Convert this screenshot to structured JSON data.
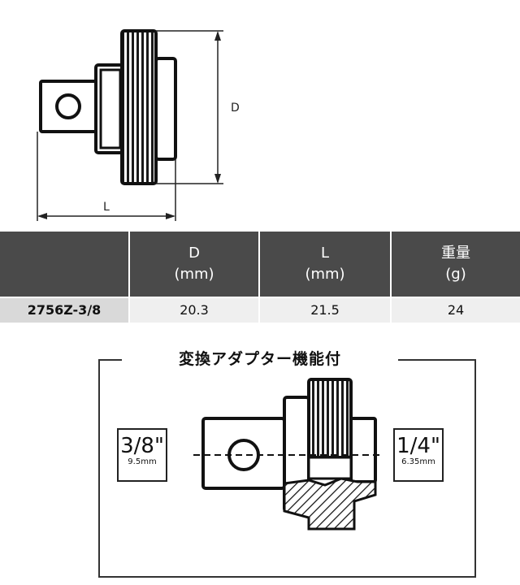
{
  "drawing": {
    "dimension_d": "D",
    "dimension_l": "L"
  },
  "table": {
    "headers": [
      {
        "line1": "",
        "line2": ""
      },
      {
        "line1": "D",
        "line2": "(mm)"
      },
      {
        "line1": "L",
        "line2": "(mm)"
      },
      {
        "line1": "重量",
        "line2": "(g)"
      }
    ],
    "rows": [
      {
        "model": "2756Z-3/8",
        "d": "20.3",
        "l": "21.5",
        "weight": "24"
      }
    ]
  },
  "feature": {
    "title": "変換アダプター機能付",
    "left_size": {
      "inch": "3/8\"",
      "mm": "9.5mm"
    },
    "right_size": {
      "inch": "1/4\"",
      "mm": "6.35mm"
    }
  }
}
